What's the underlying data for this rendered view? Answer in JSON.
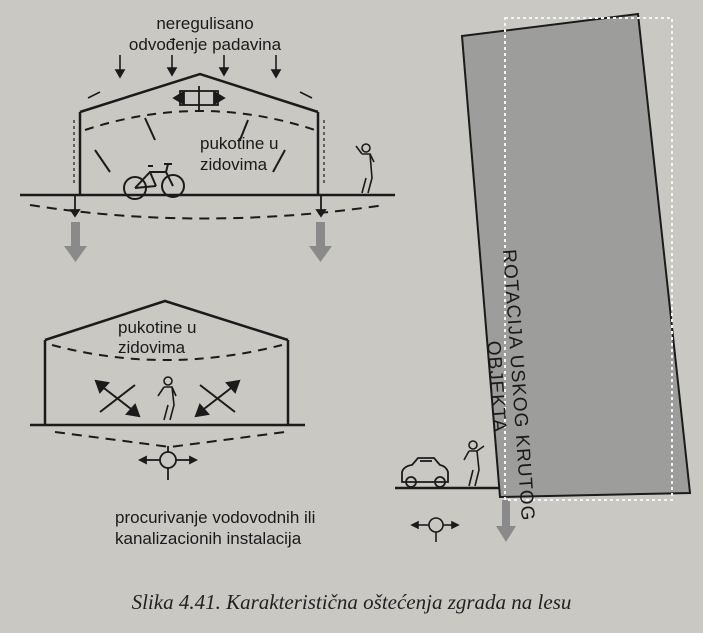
{
  "labels": {
    "top_title_line1": "neregulisano",
    "top_title_line2": "odvođenje padavina",
    "top_cracks_line1": "pukotine u",
    "top_cracks_line2": "zidovima",
    "bottom_cracks_line1": "pukotine u",
    "bottom_cracks_line2": "zidovima",
    "leak_line1": "procurivanje vodovodnih ili",
    "leak_line2": "kanalizacionih instalacija",
    "rotation": "ROTACIJA USKOG KRUTOG OBJEKTA"
  },
  "caption": "Slika 4.41. Karakteristična oštećenja zgrada na lesu",
  "colors": {
    "ink": "#1b1b1b",
    "arrow_gray": "#8a8a8a",
    "tower_fill": "#9d9d9b",
    "background": "#c9c8c3"
  }
}
